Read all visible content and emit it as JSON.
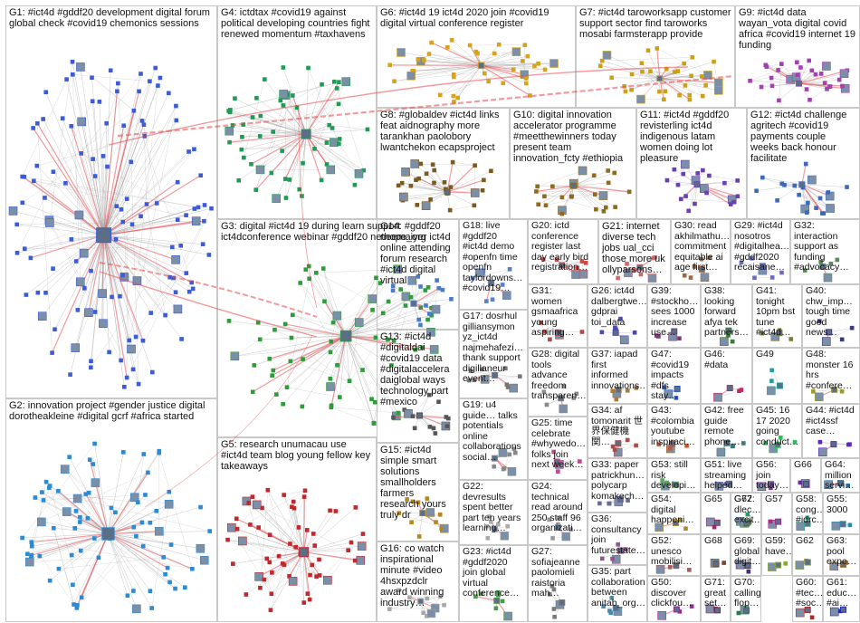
{
  "title": "ict4d network graph",
  "colors": {
    "edge": "#9a9a9a",
    "highlight_edge": "#e8474f",
    "border": "#c9c9c9"
  },
  "groups": [
    {
      "id": "G1",
      "label": "G1: #ict4d #gddf20 development digital forum global check #covid19 chemonics sessions",
      "color": "#3b5bd9",
      "nodes": 130
    },
    {
      "id": "G2",
      "label": "G2: innovation project #gender justice digital dorotheakleine #digital gcrf #africa started",
      "color": "#2a8ad4",
      "nodes": 80
    },
    {
      "id": "G3",
      "label": "G3: digital #ict4d 19 during learn support ict4dconference webinar #gddf20 nethope_org",
      "color": "#2e9c3a",
      "nodes": 70
    },
    {
      "id": "G4",
      "label": "G4: ictdtax #covid19 against political developing countries fight renewed momentum #taxhavens",
      "color": "#1f9b55",
      "nodes": 60
    },
    {
      "id": "G5",
      "label": "G5: research unumacau use #ict4d team blog young fellow key takeaways",
      "color": "#c0282d",
      "nodes": 60
    },
    {
      "id": "G6",
      "label": "G6: #ict4d 19 ict4d 2020 join #covid19 digital virtual conference register",
      "color": "#d8a21c",
      "nodes": 40
    },
    {
      "id": "G7",
      "label": "G7: #ict4d taroworksapp customer support sector find taroworks mosabi farmsterapp provide",
      "color": "#caa116",
      "nodes": 35
    },
    {
      "id": "G8",
      "label": "G8: #globaldev #ict4d links feat aidnography more tarankhan paolobory lwantchekon ecapsproject",
      "color": "#7a5a20",
      "nodes": 30
    },
    {
      "id": "G9",
      "label": "G9: #ict4d data wayan_vota digital covid africa #covid19 internet 19 funding",
      "color": "#a340b0",
      "nodes": 30
    },
    {
      "id": "G10",
      "label": "G10: digital innovation accelerator programme #meetthewinners today present team innovation_fcty #ethiopia",
      "color": "#8e6b1f",
      "nodes": 24
    },
    {
      "id": "G11",
      "label": "G11: #ict4d #gddf20 revisterling ict4d indigenous latam women doing lot pleasure",
      "color": "#6a3fb0",
      "nodes": 22
    },
    {
      "id": "G12",
      "label": "G12: #ict4d challenge agritech #covid19 payments couple weeks back honour facilitate",
      "color": "#3d6ab8",
      "nodes": 22
    },
    {
      "id": "G13",
      "label": "G13: #ict4d #digitaldai #covid19 data #digitalaccelera daiglobal ways technology part #mexico",
      "color": "#555555",
      "nodes": 14
    },
    {
      "id": "G14",
      "label": "G14: #gddf20 neemaiyer ict4d online attending forum research #ict4d digital virtual",
      "color": "#4b7bc8",
      "nodes": 14
    },
    {
      "id": "G15",
      "label": "G15: #ict4d simple smart solutions smallholders farmers research yours truly dr",
      "color": "#b5861f",
      "nodes": 12
    },
    {
      "id": "G16",
      "label": "G16: co watch inspirational minute #video 4hsxpzdclr award winning industry…",
      "color": "#a9a9a9",
      "nodes": 10
    },
    {
      "id": "G17",
      "label": "G17: dosrhul gilliansymon yz_ict4d najmehafezi… thank support digillaneur event…",
      "color": "#777777",
      "nodes": 10
    },
    {
      "id": "G18",
      "label": "G18: live #gddf20 #ict4d demo #openfn time openfn taylordowns… #covid19…",
      "color": "#5a7fc8",
      "nodes": 9
    },
    {
      "id": "G19",
      "label": "G19: u4 guide… talks potentials online collaborations social…",
      "color": "#888888",
      "nodes": 8
    },
    {
      "id": "G20",
      "label": "G20: ictd conference register last day early bird registration…",
      "color": "#d04848",
      "nodes": 8
    },
    {
      "id": "G21",
      "label": "G21: internet diverse tech jobs ual_cci those more uk ollyparsons…",
      "color": "#cc6a6a",
      "nodes": 8
    },
    {
      "id": "G22",
      "label": "G22: devresults spent better part ten years learning…",
      "color": "#aaaaaa",
      "nodes": 7
    },
    {
      "id": "G23",
      "label": "G23: #ict4d #gddf2020 join global virtual conference…",
      "color": "#4a9a4a",
      "nodes": 7
    },
    {
      "id": "G24",
      "label": "G24: technical read around 250 staff 96 organizati…",
      "color": "#999999",
      "nodes": 6
    },
    {
      "id": "G25",
      "label": "G25: time celebrate #whywedo… folks join next week…",
      "color": "#c04a8a",
      "nodes": 6
    },
    {
      "id": "G26",
      "label": "G26: ict4d dalbergtwe… gdprai toi_data",
      "color": "#4a4ab0",
      "nodes": 6
    },
    {
      "id": "G27",
      "label": "G27: sofiajeanne paolomieli raistoria mah…",
      "color": "#7a7a7a",
      "nodes": 6
    },
    {
      "id": "G28",
      "label": "G28: digital tools advance freedom transparen…",
      "color": "#8a8a8a",
      "nodes": 6
    },
    {
      "id": "G29",
      "label": "G29: #ict4d nosotros #digitalhea… #gddf2020 recaisane…",
      "color": "#6a6ac8",
      "nodes": 6
    },
    {
      "id": "G30",
      "label": "G30: read akhilmathu… commitment equitable ai age first…",
      "color": "#9a6a4a",
      "nodes": 6
    },
    {
      "id": "G31",
      "label": "G31: women gsmaafrica young aspiring…",
      "color": "#b04a4a",
      "nodes": 5
    },
    {
      "id": "G32",
      "label": "G32: interaction support as funding #advocacy…",
      "color": "#5a8a5a",
      "nodes": 5
    },
    {
      "id": "G33",
      "label": "G33: paper patrickhun… polycarp komakech…",
      "color": "#6a6a9a",
      "nodes": 5
    },
    {
      "id": "G34",
      "label": "G34: af tomonarit 世界保健機関…",
      "color": "#aa4a4a",
      "nodes": 5
    },
    {
      "id": "G35",
      "label": "G35: part collaboration between anitab_org…",
      "color": "#4a8aaa",
      "nodes": 5
    },
    {
      "id": "G36",
      "label": "G36: consultancy join futurestate…",
      "color": "#8a5a8a",
      "nodes": 5
    },
    {
      "id": "G37",
      "label": "G37: iapad first informed innovations…",
      "color": "#aa7a3a",
      "nodes": 5
    },
    {
      "id": "G38",
      "label": "G38: looking forward afya tek partners…",
      "color": "#3a7a3a",
      "nodes": 4
    },
    {
      "id": "G39",
      "label": "G39: #stockho… sees 1000 increase use…",
      "color": "#7a3a7a",
      "nodes": 4
    },
    {
      "id": "G40",
      "label": "G40: chw_imp… tough time good news…",
      "color": "#3a3a7a",
      "nodes": 4
    },
    {
      "id": "G41",
      "label": "G41: tonight 10pm bst tune #ict4d…",
      "color": "#7a7a3a",
      "nodes": 4
    },
    {
      "id": "G42",
      "label": "G42: free guide remote phone…",
      "color": "#3a7a7a",
      "nodes": 4
    },
    {
      "id": "G43",
      "label": "G43: #colombia youtube inspiraci…",
      "color": "#c05a2a",
      "nodes": 4
    },
    {
      "id": "G44",
      "label": "G44: #ict4d #ict4ssf case…",
      "color": "#5a2ac0",
      "nodes": 4
    },
    {
      "id": "G45",
      "label": "G45: 16 17 2020 going conduct…",
      "color": "#2ac05a",
      "nodes": 4
    },
    {
      "id": "G46",
      "label": "G46: #data",
      "color": "#c02a5a",
      "nodes": 3
    },
    {
      "id": "G47",
      "label": "G47: #covid19 impacts #dfs stay…",
      "color": "#2a5ac0",
      "nodes": 3
    },
    {
      "id": "G48",
      "label": "G48: monster 16 hrs #confere…",
      "color": "#9a9a2a",
      "nodes": 3
    },
    {
      "id": "G49",
      "label": "G49",
      "color": "#2a9a9a",
      "nodes": 3
    },
    {
      "id": "G50",
      "label": "G50: discover clickfou…",
      "color": "#9a2a9a",
      "nodes": 3
    },
    {
      "id": "G51",
      "label": "G51: live streaming helped…",
      "color": "#5a5aaa",
      "nodes": 3
    },
    {
      "id": "G52",
      "label": "G52: unesco mobilisi…",
      "color": "#aa5a5a",
      "nodes": 3
    },
    {
      "id": "G53",
      "label": "G53: still risk developi…",
      "color": "#5aaa5a",
      "nodes": 3
    },
    {
      "id": "G54",
      "label": "G54: digital happeni…",
      "color": "#aa8a2a",
      "nodes": 3
    },
    {
      "id": "G55",
      "label": "G55: 3000",
      "color": "#2a8aaa",
      "nodes": 2
    },
    {
      "id": "G56",
      "label": "G56: join today…",
      "color": "#8a2aaa",
      "nodes": 2
    },
    {
      "id": "G57",
      "label": "G57",
      "color": "#aa2a8a",
      "nodes": 2
    },
    {
      "id": "G58",
      "label": "G58: cong… #idrc…",
      "color": "#2aaa8a",
      "nodes": 2
    },
    {
      "id": "G59",
      "label": "G59: have…",
      "color": "#8aaa2a",
      "nodes": 2
    },
    {
      "id": "G60",
      "label": "G60: #tec… #soc…",
      "color": "#aa2a2a",
      "nodes": 2
    },
    {
      "id": "G61",
      "label": "G61: educ… #ai…",
      "color": "#2a2aaa",
      "nodes": 2
    },
    {
      "id": "G62",
      "label": "G62",
      "color": "#6a9a2a",
      "nodes": 2
    },
    {
      "id": "G63",
      "label": "G63: pool expe…",
      "color": "#9a6a2a",
      "nodes": 2
    },
    {
      "id": "G64",
      "label": "G64: million servi…",
      "color": "#2a6a9a",
      "nodes": 2
    },
    {
      "id": "G65",
      "label": "G65",
      "color": "#9a2a6a",
      "nodes": 2
    },
    {
      "id": "G66",
      "label": "G66",
      "color": "#6a2a9a",
      "nodes": 2
    },
    {
      "id": "G67",
      "label": "G67",
      "color": "#2a9a6a",
      "nodes": 2
    },
    {
      "id": "G68",
      "label": "G68",
      "color": "#7a4a2a",
      "nodes": 2
    },
    {
      "id": "G69",
      "label": "G69: global digit…",
      "color": "#4a2a7a",
      "nodes": 2
    },
    {
      "id": "G70",
      "label": "G70: callingtax flop…",
      "color": "#2a7a4a",
      "nodes": 2
    },
    {
      "id": "G71",
      "label": "G71: great set…",
      "color": "#7a2a4a",
      "nodes": 2
    },
    {
      "id": "G72",
      "label": "G72: dlec… excit…",
      "color": "#4a7a2a",
      "nodes": 2
    }
  ]
}
